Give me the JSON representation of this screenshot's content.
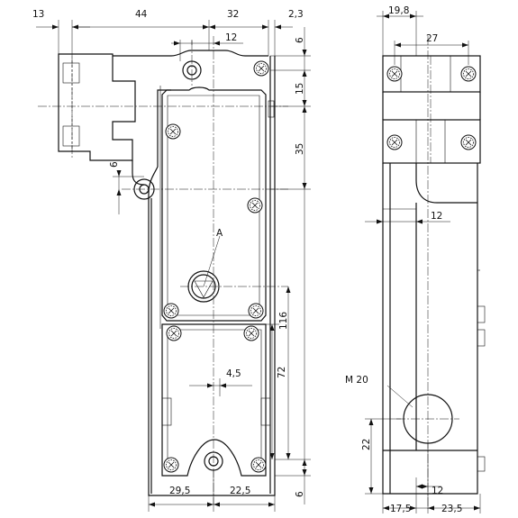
{
  "dimensions": {
    "d13": "13",
    "d44": "44",
    "d32": "32",
    "d2_3": "2,3",
    "d12_top": "12",
    "d6_top": "6",
    "d15": "15",
    "d35": "35",
    "d6_left": "6",
    "d116": "116",
    "d72": "72",
    "d4_5": "4,5",
    "d29_5": "29,5",
    "d22_5": "22,5",
    "d6_bottom": "6",
    "d19_8": "19,8",
    "d27": "27",
    "d12_side": "12",
    "d22_side": "22",
    "d12_bottom": "12",
    "d17_5": "17,5",
    "d23_5": "23,5"
  },
  "labels": {
    "detail_a": "A",
    "thread": "M 20"
  }
}
